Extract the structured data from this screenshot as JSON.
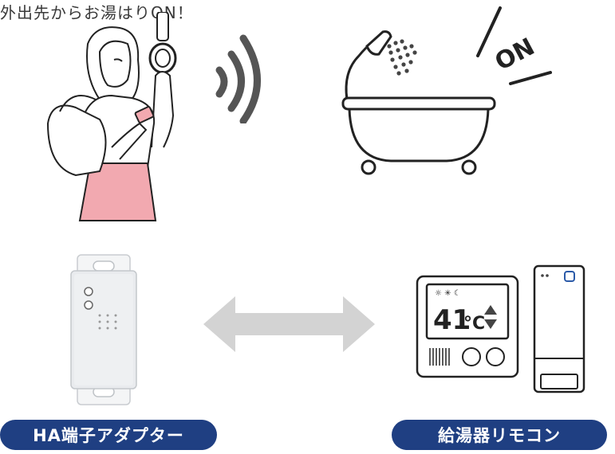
{
  "caption": "外出先からお湯はりON！",
  "on_text": "ON",
  "remote_display": {
    "temperature": "41",
    "unit": "°C"
  },
  "labels": {
    "adapter": "HA端子アダプター",
    "remote": "給湯器リモコン"
  },
  "colors": {
    "pill": "#1f3f82",
    "skirt": "#f2a9b0",
    "arrow": "#d3d3d3",
    "line": "#222222"
  }
}
